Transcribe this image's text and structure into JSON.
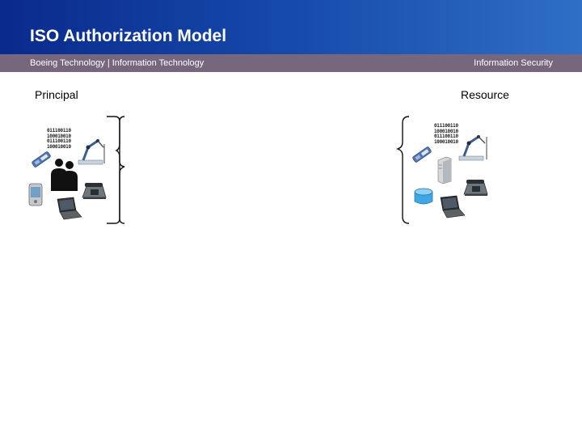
{
  "header": {
    "title": "ISO Authorization Model",
    "subtitle_left_prefix": "Boeing Technology |",
    "subtitle_left_suffix": " Information Technology",
    "subtitle_right": "Information Security"
  },
  "principal": {
    "label": "Principal",
    "binary_lines": [
      "011100110",
      "100010010",
      "011100110",
      "100010010"
    ]
  },
  "resource": {
    "label": "Resource",
    "binary_lines": [
      "011100110",
      "100010010",
      "011100110",
      "100010010"
    ]
  },
  "icons": [
    "binary-data-icon",
    "robot-arm-icon",
    "memory-stick-icon",
    "people-icon",
    "pda-icon",
    "phone-icon",
    "laptop-icon",
    "server-icon",
    "database-icon",
    "brace-icon"
  ]
}
